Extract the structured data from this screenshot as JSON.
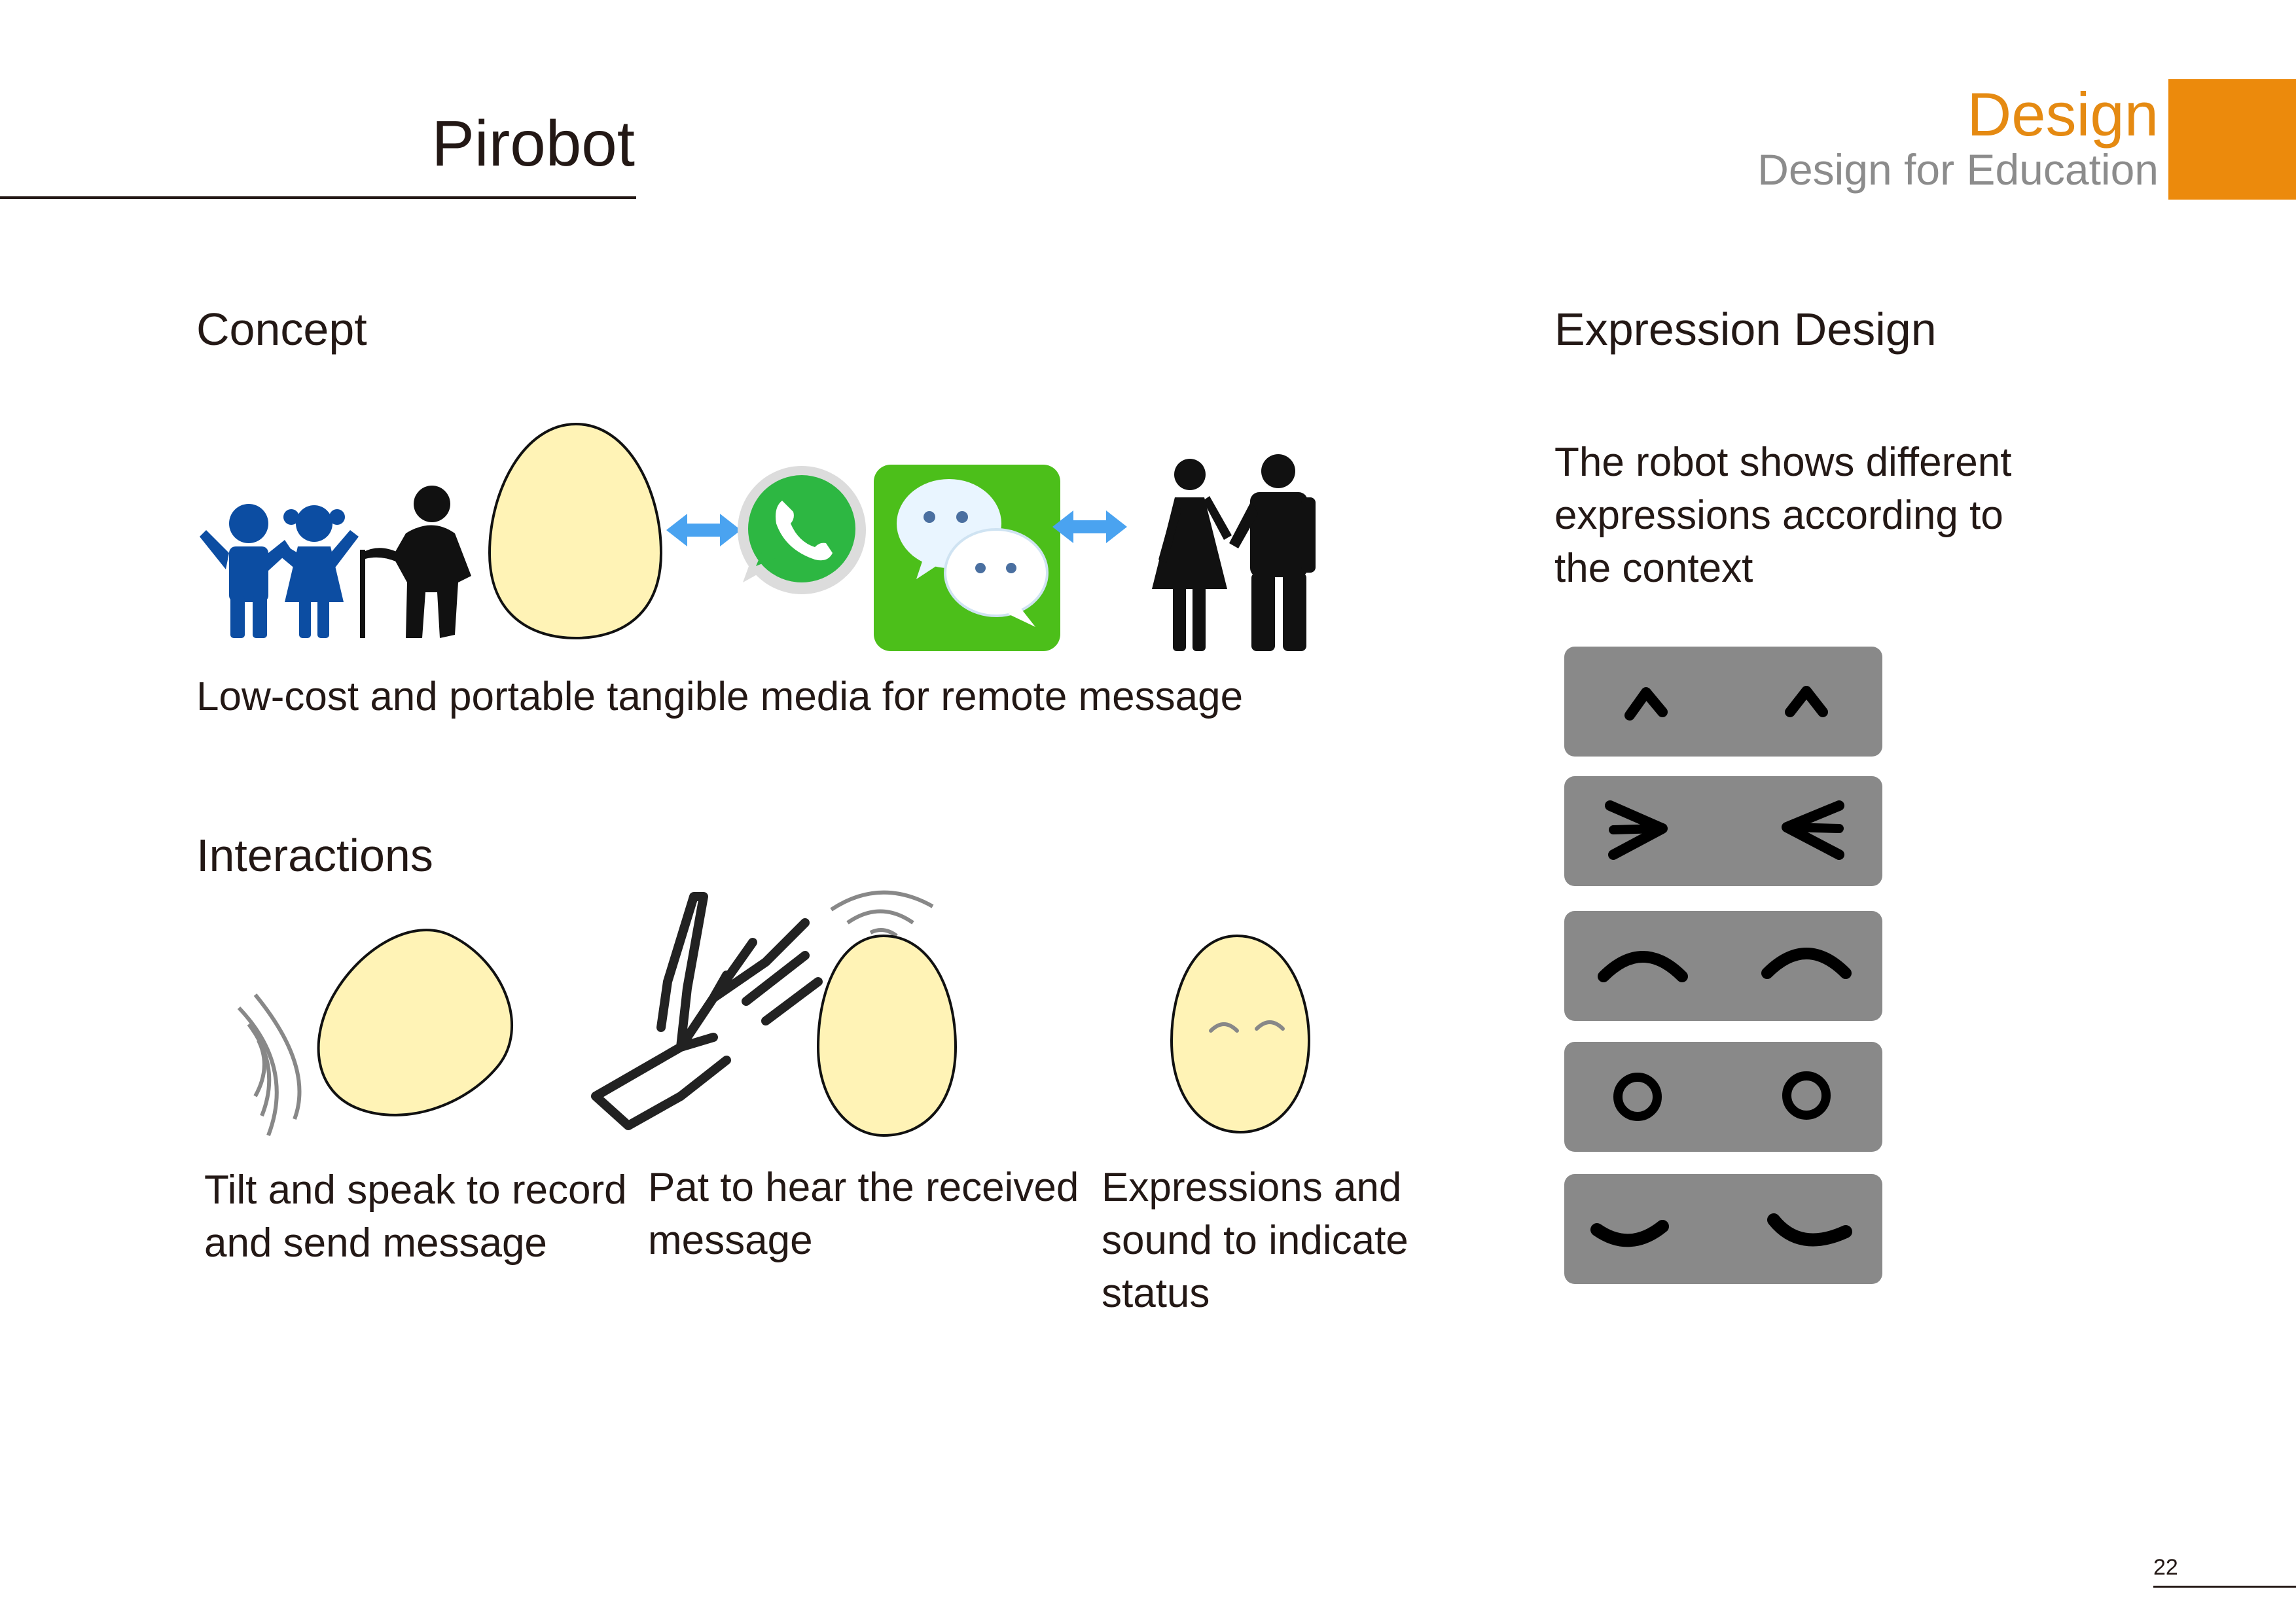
{
  "header": {
    "title": "Pirobot",
    "category": "Design",
    "subcategory": "Design for Education"
  },
  "concept": {
    "heading": "Concept",
    "caption": "Low-cost and portable tangible media for remote message"
  },
  "interactions": {
    "heading": "Interactions",
    "items": [
      {
        "lines": [
          "Tilt and speak to record",
          "and send  message"
        ]
      },
      {
        "lines": [
          "Pat to hear the received",
          "message"
        ]
      },
      {
        "lines": [
          "Expressions and",
          "sound to indicate",
          "status"
        ]
      }
    ]
  },
  "expression_design": {
    "heading": "Expression Design",
    "description_lines": [
      "The robot shows different",
      "expressions according to",
      "the context"
    ],
    "faces": [
      "happy-face",
      "squint-face",
      "closed-eyes-face",
      "surprised-face",
      "smiling-face"
    ]
  },
  "colors": {
    "accent": "#ec8a0c",
    "egg_fill": "#fff3b6",
    "kids_blue": "#0c4da2",
    "arrow_blue": "#4aa3f0",
    "whatsapp_green": "#2db742",
    "wechat_green": "#4cbf1a",
    "face_panel_gray": "#898989"
  },
  "footer": {
    "page_number": "22"
  }
}
